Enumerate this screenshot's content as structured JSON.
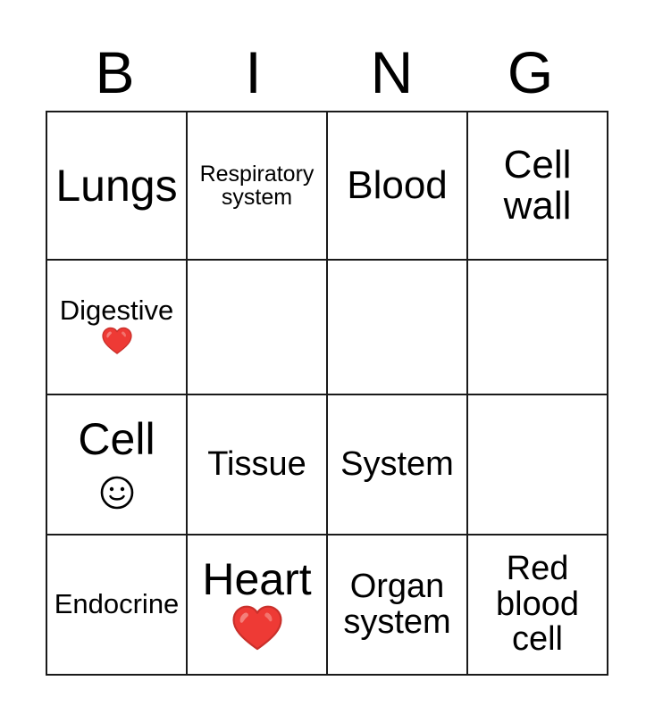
{
  "card": {
    "title_letters": [
      "B",
      "I",
      "N",
      "G"
    ],
    "colors": {
      "grid_line": "#1a1a1a",
      "text": "#000000",
      "background": "#ffffff",
      "heart_red": "#ee3a35",
      "heart_dark": "#c9302b",
      "heart_highlight": "#f58c86"
    },
    "columns": 4,
    "rows": 4,
    "cells": [
      [
        {
          "text": "Lungs",
          "size": "fs-xl",
          "mark": "none"
        },
        {
          "text": "Respiratory\nsystem",
          "size": "fs-xs",
          "mark": "none"
        },
        {
          "text": "Blood",
          "size": "fs-lg",
          "mark": "none"
        },
        {
          "text": "Cell\nwall",
          "size": "fs-lg",
          "mark": "none"
        }
      ],
      [
        {
          "text": "Digestive",
          "size": "fs-sm",
          "mark": "heart"
        },
        {
          "text": "",
          "size": "fs-md",
          "mark": "none"
        },
        {
          "text": "",
          "size": "fs-md",
          "mark": "none"
        },
        {
          "text": "",
          "size": "fs-md",
          "mark": "none"
        }
      ],
      [
        {
          "text": "Cell",
          "size": "fs-xl",
          "mark": "smiley"
        },
        {
          "text": "Tissue",
          "size": "fs-md",
          "mark": "none"
        },
        {
          "text": "System",
          "size": "fs-md",
          "mark": "none"
        },
        {
          "text": "",
          "size": "fs-md",
          "mark": "none"
        }
      ],
      [
        {
          "text": "Endocrine",
          "size": "fs-sm",
          "mark": "none"
        },
        {
          "text": "Heart",
          "size": "fs-xl",
          "mark": "heart-big"
        },
        {
          "text": "Organ\nsystem",
          "size": "fs-md",
          "mark": "none"
        },
        {
          "text": "Red\nblood\ncell",
          "size": "fs-md",
          "mark": "none"
        }
      ]
    ]
  }
}
